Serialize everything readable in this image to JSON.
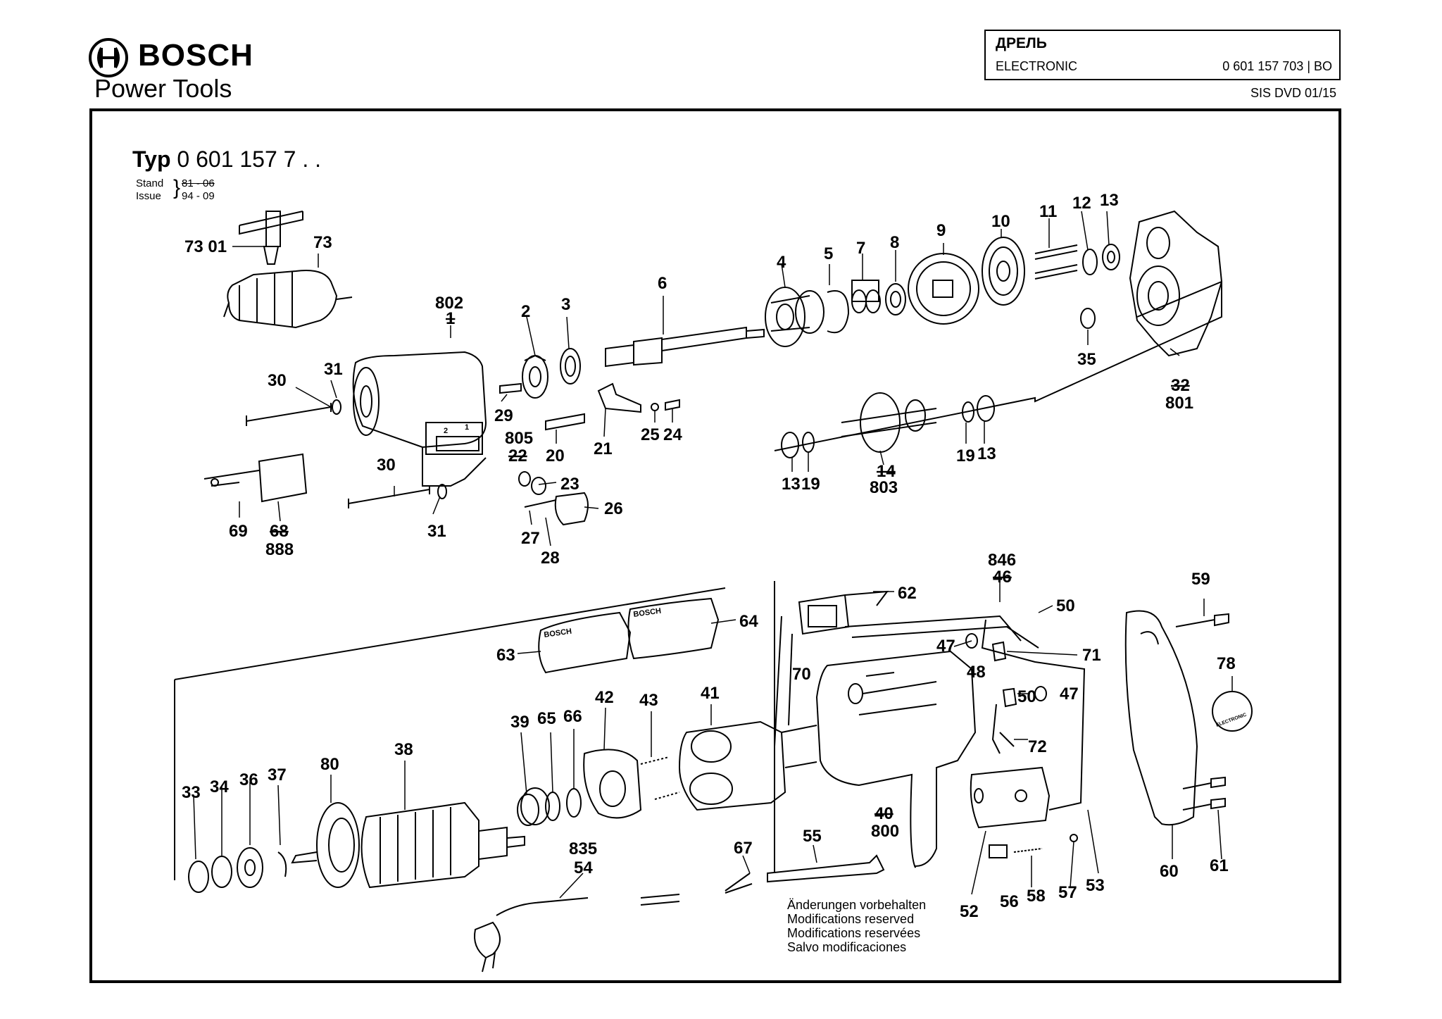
{
  "brand": {
    "name": "BOSCH",
    "subtitle": "Power Tools",
    "logo_icon": "bosch-armature-logo-icon"
  },
  "title_box": {
    "tool_name_ru": "ДРЕЛЬ",
    "tool_name_en": "ELECTRONIC",
    "part_number": "0 601 157 703 | BO"
  },
  "sis_code": "SIS DVD 01/15",
  "header": {
    "typ_label": "Typ",
    "typ_number": "0 601 157 7 . .",
    "stand_label": "Stand",
    "issue_label": "Issue",
    "stand_value": "81 - 06",
    "issue_value": "94 - 09"
  },
  "notice": [
    "Änderungen vorbehalten",
    "Modifications reserved",
    "Modifications reservées",
    "Salvo modificaciones"
  ],
  "callouts": [
    {
      "id": "c7301",
      "text": "73 01"
    },
    {
      "id": "c73",
      "text": "73"
    },
    {
      "id": "c802",
      "text": "802"
    },
    {
      "id": "c802s",
      "text": "1"
    },
    {
      "id": "c2",
      "text": "2"
    },
    {
      "id": "c3",
      "text": "3"
    },
    {
      "id": "c6",
      "text": "6"
    },
    {
      "id": "c4",
      "text": "4"
    },
    {
      "id": "c5",
      "text": "5"
    },
    {
      "id": "c7",
      "text": "7"
    },
    {
      "id": "c8",
      "text": "8"
    },
    {
      "id": "c9",
      "text": "9"
    },
    {
      "id": "c10",
      "text": "10"
    },
    {
      "id": "c11",
      "text": "11"
    },
    {
      "id": "c12",
      "text": "12"
    },
    {
      "id": "c13a",
      "text": "13"
    },
    {
      "id": "c35",
      "text": "35"
    },
    {
      "id": "c32",
      "text": "32"
    },
    {
      "id": "c801",
      "text": "801"
    },
    {
      "id": "c30a",
      "text": "30"
    },
    {
      "id": "c31a",
      "text": "31"
    },
    {
      "id": "c29",
      "text": "29"
    },
    {
      "id": "c805",
      "text": "805"
    },
    {
      "id": "c22",
      "text": "22"
    },
    {
      "id": "c20",
      "text": "20"
    },
    {
      "id": "c21",
      "text": "21"
    },
    {
      "id": "c25",
      "text": "25"
    },
    {
      "id": "c24",
      "text": "24"
    },
    {
      "id": "c23",
      "text": "23"
    },
    {
      "id": "c26",
      "text": "26"
    },
    {
      "id": "c27",
      "text": "27"
    },
    {
      "id": "c28",
      "text": "28"
    },
    {
      "id": "c30b",
      "text": "30"
    },
    {
      "id": "c31b",
      "text": "31"
    },
    {
      "id": "c69",
      "text": "69"
    },
    {
      "id": "c68",
      "text": "68"
    },
    {
      "id": "c888",
      "text": "888"
    },
    {
      "id": "c13b",
      "text": "13"
    },
    {
      "id": "c19a",
      "text": "19"
    },
    {
      "id": "c14",
      "text": "14"
    },
    {
      "id": "c803",
      "text": "803"
    },
    {
      "id": "c19b",
      "text": "19"
    },
    {
      "id": "c13c",
      "text": "13"
    },
    {
      "id": "c846",
      "text": "846"
    },
    {
      "id": "c46",
      "text": "46"
    },
    {
      "id": "c62",
      "text": "62"
    },
    {
      "id": "c50a",
      "text": "50"
    },
    {
      "id": "c59",
      "text": "59"
    },
    {
      "id": "c64",
      "text": "64"
    },
    {
      "id": "c63",
      "text": "63"
    },
    {
      "id": "c47a",
      "text": "47"
    },
    {
      "id": "c71",
      "text": "71"
    },
    {
      "id": "c70",
      "text": "70"
    },
    {
      "id": "c48",
      "text": "48"
    },
    {
      "id": "c78",
      "text": "78"
    },
    {
      "id": "c50b",
      "text": "50"
    },
    {
      "id": "c47b",
      "text": "47"
    },
    {
      "id": "c41",
      "text": "41"
    },
    {
      "id": "c43",
      "text": "43"
    },
    {
      "id": "c42",
      "text": "42"
    },
    {
      "id": "c39",
      "text": "39"
    },
    {
      "id": "c65",
      "text": "65"
    },
    {
      "id": "c66",
      "text": "66"
    },
    {
      "id": "c72",
      "text": "72"
    },
    {
      "id": "c38",
      "text": "38"
    },
    {
      "id": "c80",
      "text": "80"
    },
    {
      "id": "c37",
      "text": "37"
    },
    {
      "id": "c36",
      "text": "36"
    },
    {
      "id": "c34",
      "text": "34"
    },
    {
      "id": "c33",
      "text": "33"
    },
    {
      "id": "c40",
      "text": "40"
    },
    {
      "id": "c800",
      "text": "800"
    },
    {
      "id": "c835",
      "text": "835"
    },
    {
      "id": "c54",
      "text": "54"
    },
    {
      "id": "c67",
      "text": "67"
    },
    {
      "id": "c55",
      "text": "55"
    },
    {
      "id": "c52",
      "text": "52"
    },
    {
      "id": "c56",
      "text": "56"
    },
    {
      "id": "c58",
      "text": "58"
    },
    {
      "id": "c57",
      "text": "57"
    },
    {
      "id": "c53",
      "text": "53"
    },
    {
      "id": "c60",
      "text": "60"
    },
    {
      "id": "c61",
      "text": "61"
    }
  ],
  "plate_texts": {
    "plate63": "BOSCH",
    "plate64": "BOSCH",
    "selector_2": "2",
    "selector_1": "1",
    "badge78": "ELECTRONIC"
  }
}
